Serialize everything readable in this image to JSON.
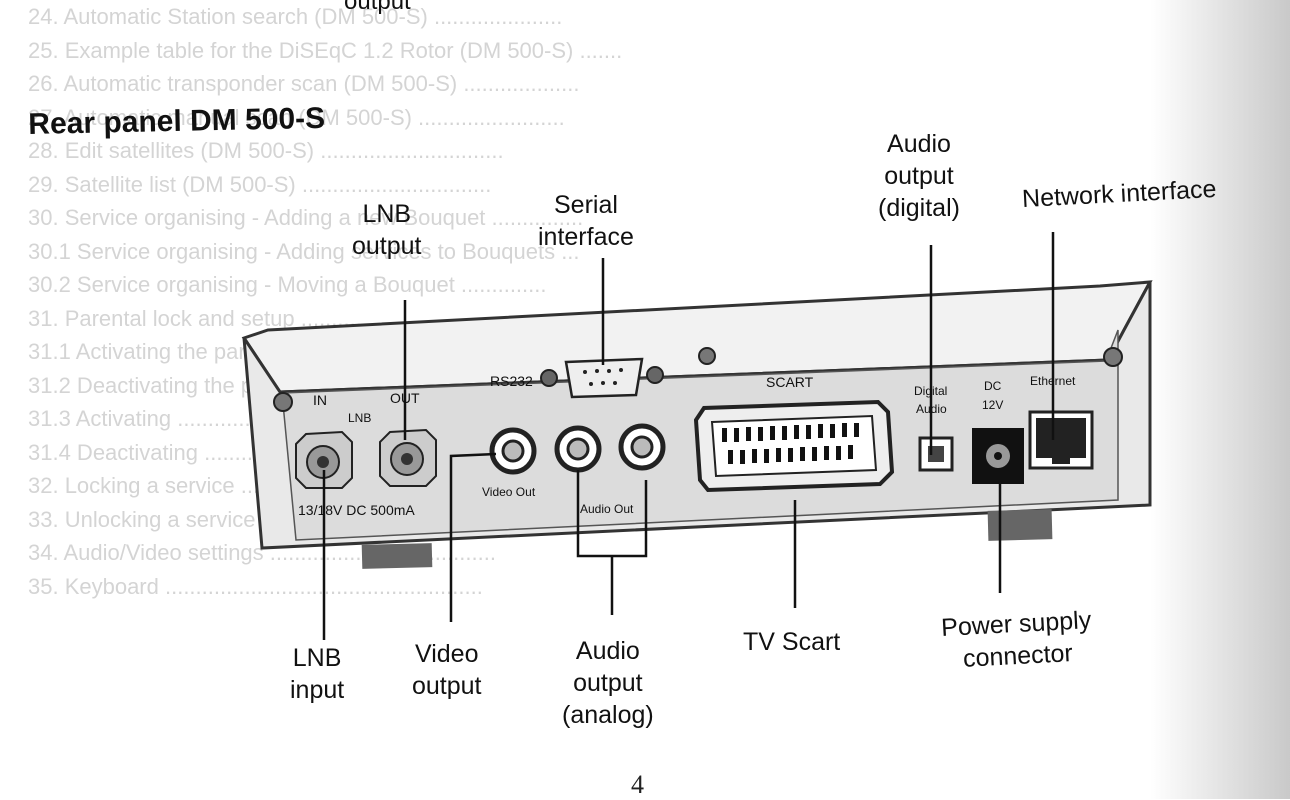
{
  "background_lines": [
    "24. Automatic Station search (DM 500-S) .....................",
    "25. Example table for the DiSEqC 1.2 Rotor (DM 500-S) .......",
    "26. Automatic transponder scan (DM 500-S) ...................",
    "27. Automatic manual scan (DM 500-S) ........................",
    "28. Edit satellites (DM 500-S) ..............................",
    "29. Satellite list (DM 500-S) ...............................",
    "30. Service organising - Adding a new Bouquet ...............",
    "    30.1 Service organising - Adding services to Bouquets ...",
    "    30.2 Service organising - Moving a Bouquet ..............",
    "31. Parental lock and setup .................................",
    "    31.1 Activating the parental lock .......................",
    "    31.2 Deactivating the parental lock .....................",
    "    31.3 Activating ...........................................",
    "    31.4 Deactivating .........................................",
    "32. Locking a service ........................................",
    "33. Unlocking a service ......................................",
    "34. Audio/Video settings .....................................",
    "35. Keyboard ...................................................."
  ],
  "top_fragment": "output",
  "section_title": "Rear panel DM 500-S",
  "callouts": {
    "lnb_output": [
      "LNB",
      "output"
    ],
    "serial_interface": [
      "Serial",
      "interface"
    ],
    "audio_output_digital": [
      "Audio",
      "output",
      "(digital)"
    ],
    "network_interface": [
      "Network interface"
    ],
    "lnb_input": [
      "LNB",
      "input"
    ],
    "video_output": [
      "Video",
      "output"
    ],
    "audio_output_analog": [
      "Audio",
      "output",
      "(analog)"
    ],
    "tv_scart": [
      "TV Scart"
    ],
    "power_supply": [
      "Power supply",
      "connector"
    ]
  },
  "panel_labels": {
    "in": "IN",
    "out": "OUT",
    "lnb": "LNB",
    "voltage": "13/18V DC 500mA",
    "rs232": "RS232",
    "video_out": "Video Out",
    "audio_out": "Audio Out",
    "scart": "SCART",
    "digital": "Digital",
    "audio": "Audio",
    "dc": "DC",
    "volts": "12V",
    "ethernet": "Ethernet"
  },
  "page_number": "4"
}
